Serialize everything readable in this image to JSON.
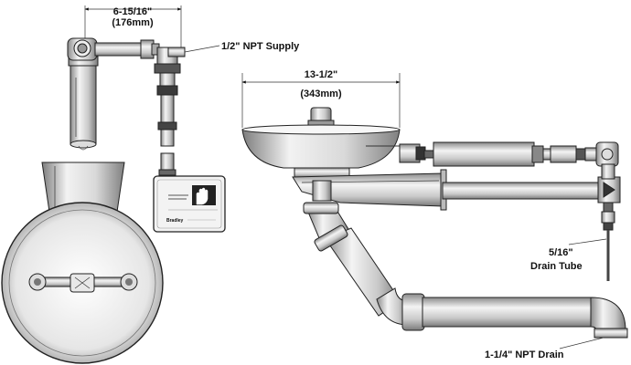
{
  "dimensions": {
    "supply_offset": {
      "imperial": "6-15/16\"",
      "metric": "(176mm)"
    },
    "bowl_width": {
      "imperial": "13-1/2\"",
      "metric": "(343mm)"
    }
  },
  "callouts": {
    "supply": "1/2\" NPT Supply",
    "drain_tube_line1": "5/16\"",
    "drain_tube_line2": "Drain Tube",
    "drain": "1-1/4\" NPT Drain"
  },
  "sign_brand": "Bradley"
}
